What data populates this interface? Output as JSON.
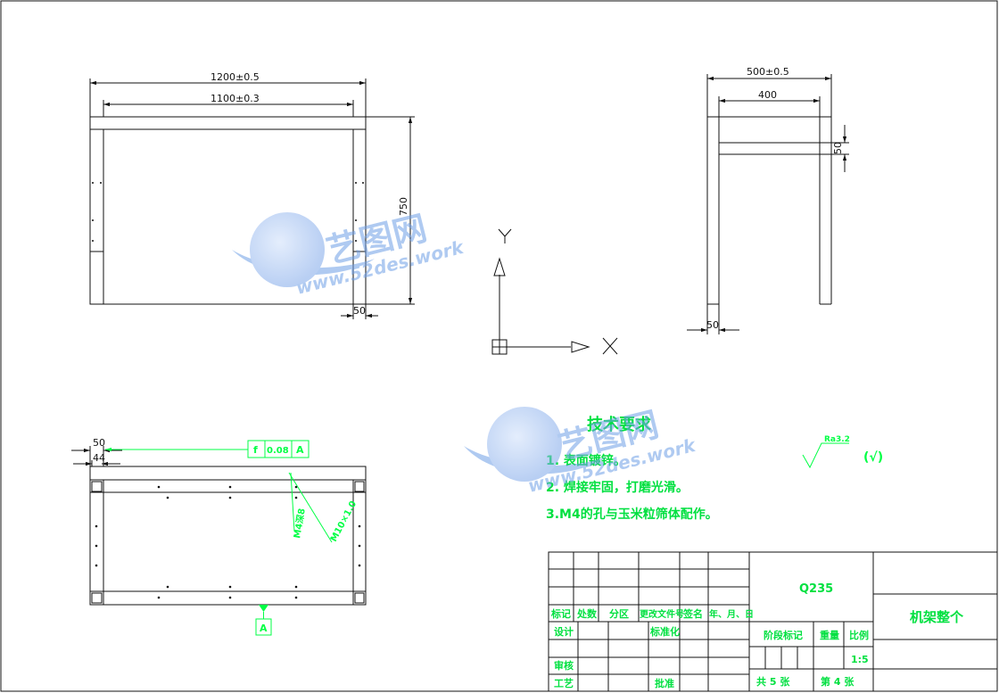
{
  "front_view": {
    "width_overall": "1200±0.5",
    "width_inner": "1100±0.3",
    "height": "750",
    "leg_width": "50"
  },
  "side_view": {
    "width_overall": "500±0.5",
    "width_inner": "400",
    "rail_height": "50",
    "leg_width": "50"
  },
  "axes": {
    "y_label": "Y",
    "x_label": "X"
  },
  "top_view": {
    "dim_outer": "50",
    "dim_inner": "44",
    "tolerance_symbol": "f",
    "tolerance_value": "0.08",
    "datum": "A",
    "thread_label_1": "M4深8",
    "thread_label_2": "M10×1.0",
    "datum_marker": "A"
  },
  "tech_requirements": {
    "title": "技术要求",
    "items": [
      "1. 表面镀锌。",
      "2. 焊接牢固，打磨光滑。",
      "3.M4的孔与玉米粒筛体配作。"
    ]
  },
  "roughness": {
    "value": "Ra3.2",
    "other": "(√)"
  },
  "title_block": {
    "material": "Q235",
    "part_name": "机架整个",
    "header_labels": [
      "标记",
      "处数",
      "分区",
      "更改文件号",
      "签名",
      "年、月、日"
    ],
    "design": "设计",
    "standardization": "标准化",
    "stage_mark": "阶段标记",
    "weight": "重量",
    "scale_label": "比例",
    "scale": "1:5",
    "review": "审核",
    "process": "工艺",
    "approve": "批准",
    "sheet_total": "共 5 张",
    "sheet_num": "第 4 张"
  },
  "watermark": {
    "brand": "艺图网",
    "url": "www.52des.work"
  },
  "colors": {
    "line": "#111111",
    "annotation": "#00ff44",
    "watermark": "#6ea0e6"
  }
}
